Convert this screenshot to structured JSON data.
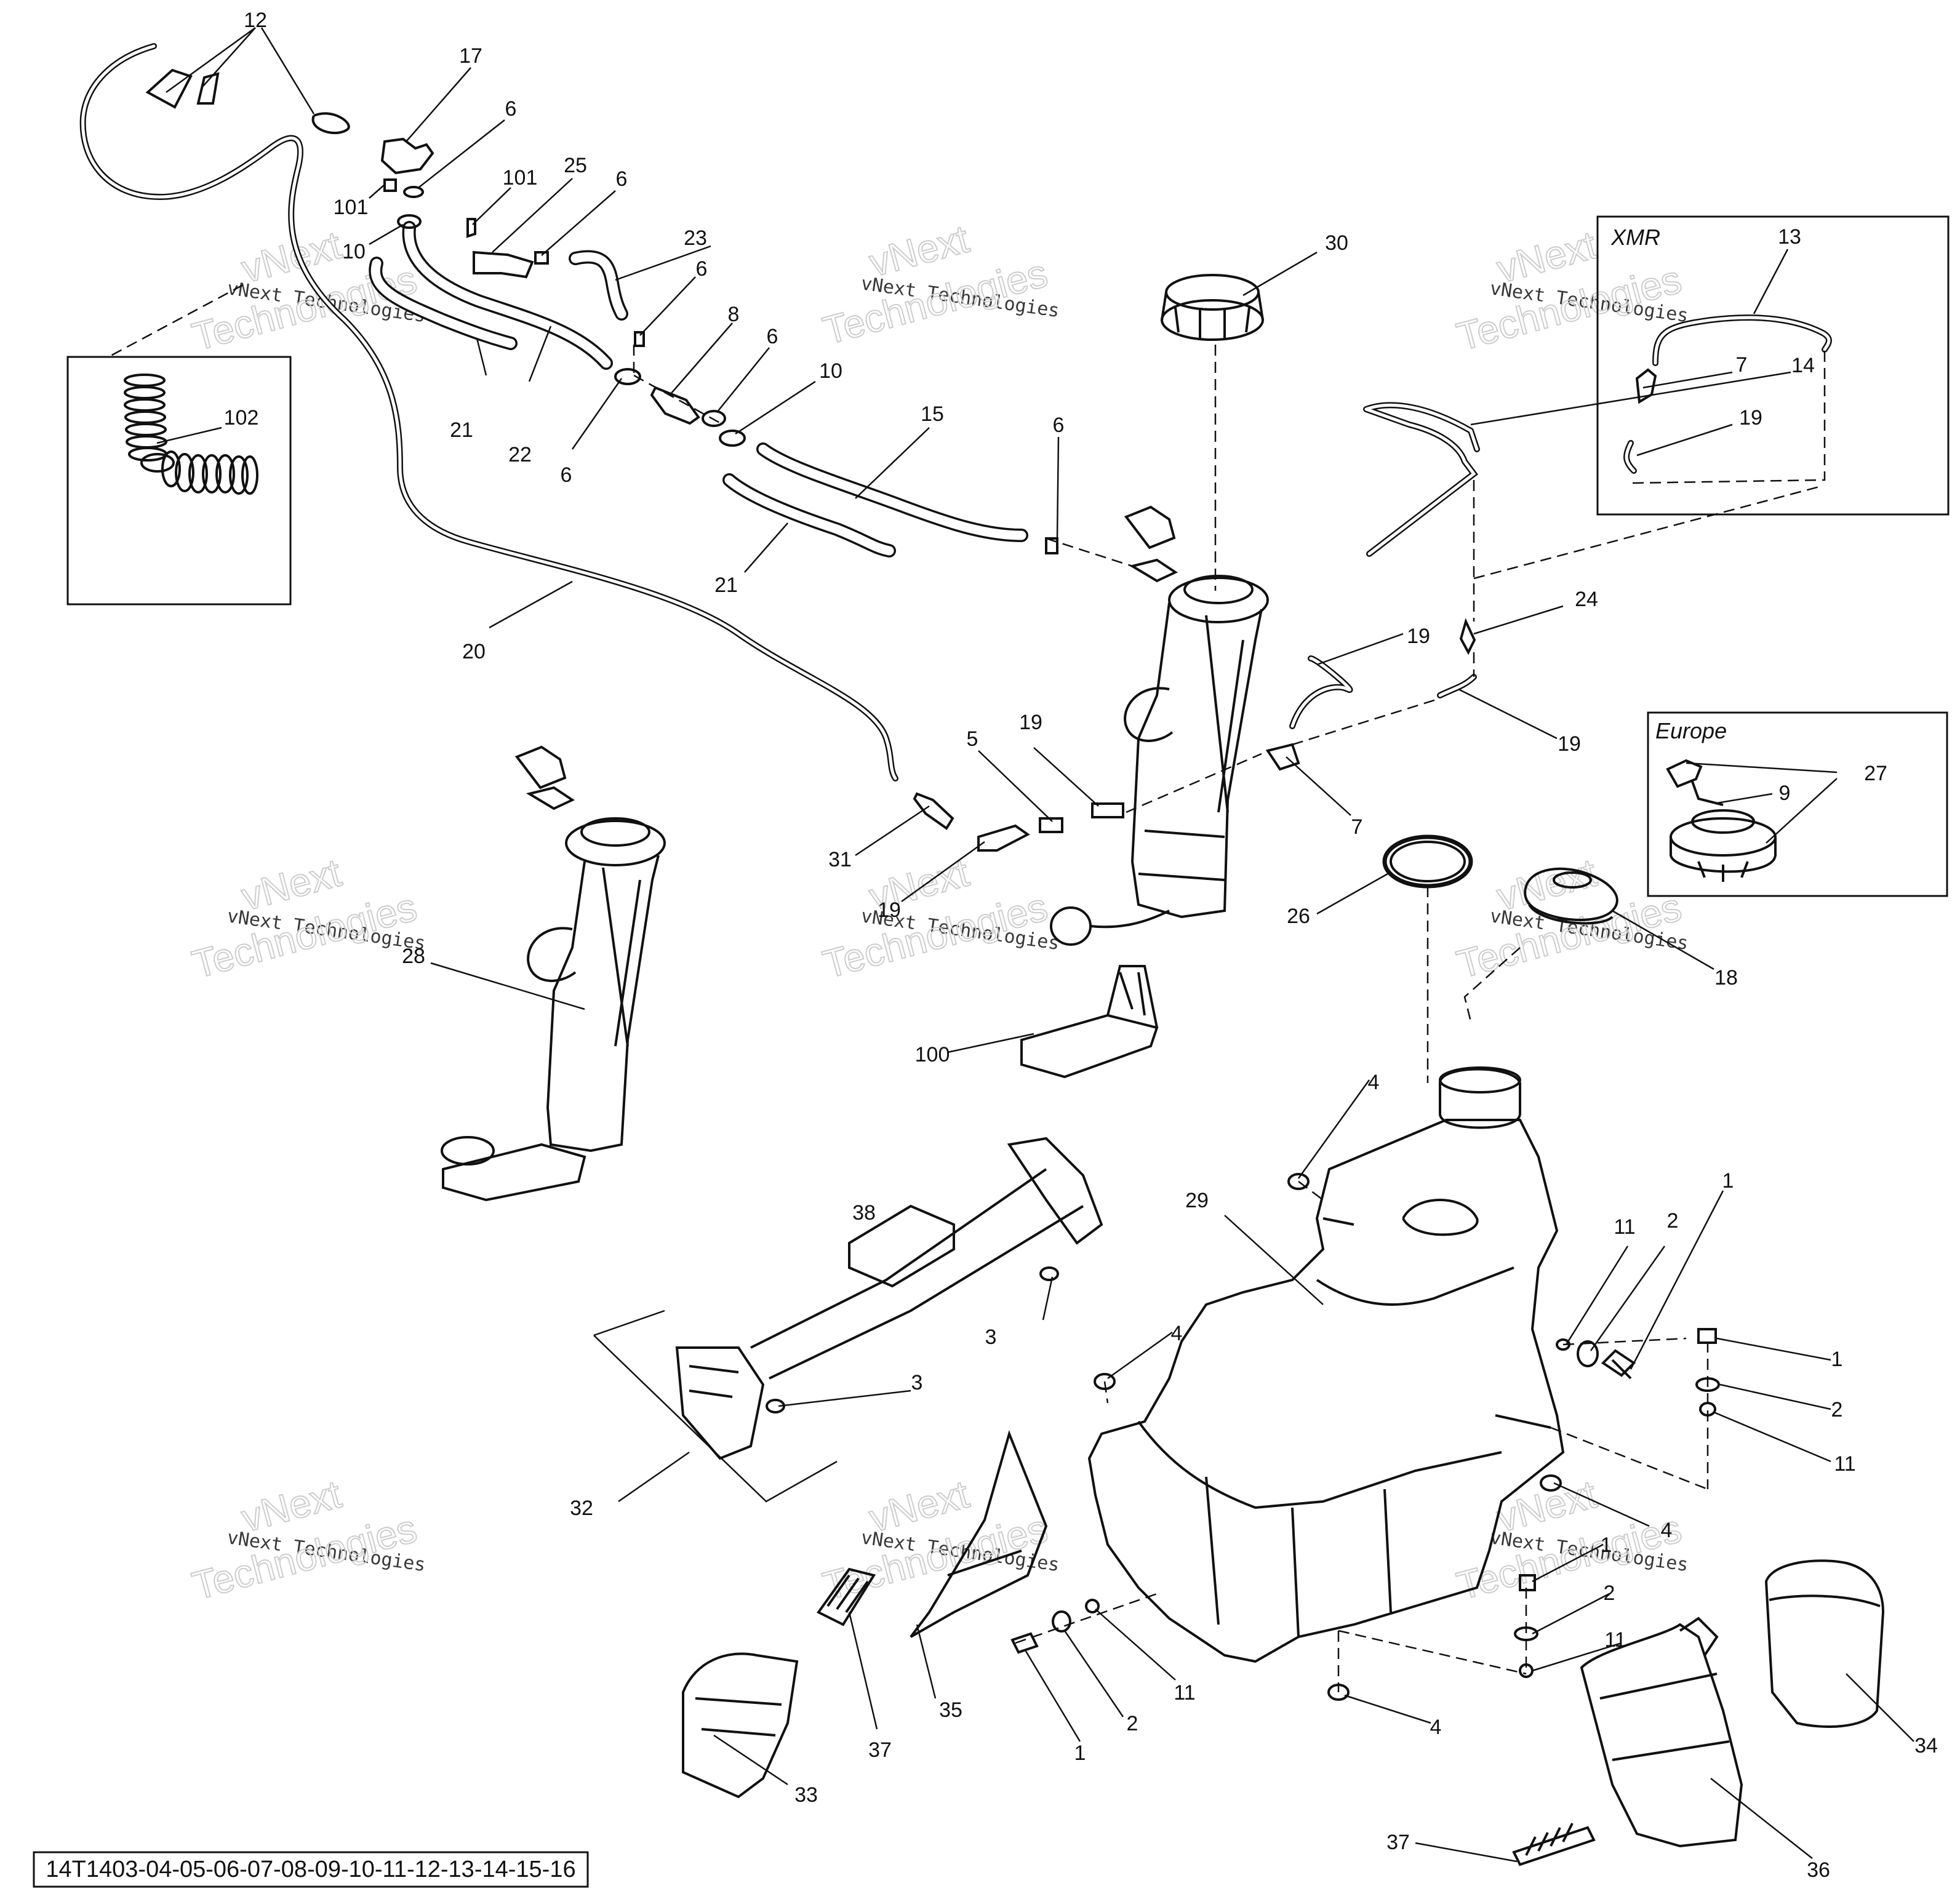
{
  "diagram": {
    "part_code": "14T1403-04-05-06-07-08-09-10-11-12-13-14-15-16",
    "boxes": {
      "xmr_title": "XMR",
      "europe_title": "Europe"
    },
    "watermark": {
      "line1": "vNext",
      "line2": "vNext Technologies",
      "line3": "Technologies"
    },
    "callouts": {
      "c1": "12",
      "c2": "17",
      "c3": "6",
      "c4": "101",
      "c5": "101",
      "c6": "25",
      "c7": "6",
      "c8": "10",
      "c9": "23",
      "c10": "6",
      "c11": "8",
      "c12": "6",
      "c13": "10",
      "c14": "15",
      "c15": "21",
      "c16": "22",
      "c17": "6",
      "c18": "21",
      "c19": "102",
      "c20": "20",
      "c21": "30",
      "c22": "13",
      "c23": "7",
      "c24": "19",
      "c25": "14",
      "c26": "6",
      "c27": "24",
      "c28": "19",
      "c29": "19",
      "c30": "5",
      "c31": "19",
      "c32": "7",
      "c33": "31",
      "c34": "19",
      "c35": "28",
      "c36": "27",
      "c37": "9",
      "c38": "26",
      "c39": "18",
      "c40": "100",
      "c41": "4",
      "c42": "29",
      "c43": "38",
      "c44": "3",
      "c45": "3",
      "c46": "4",
      "c47": "11",
      "c48": "2",
      "c49": "1",
      "c50": "1",
      "c51": "2",
      "c52": "11",
      "c53": "32",
      "c54": "4",
      "c55": "1",
      "c56": "2",
      "c57": "11",
      "c58": "37",
      "c59": "35",
      "c60": "1",
      "c61": "2",
      "c62": "11",
      "c63": "4",
      "c64": "33",
      "c65": "34",
      "c66": "36",
      "c67": "37"
    }
  }
}
